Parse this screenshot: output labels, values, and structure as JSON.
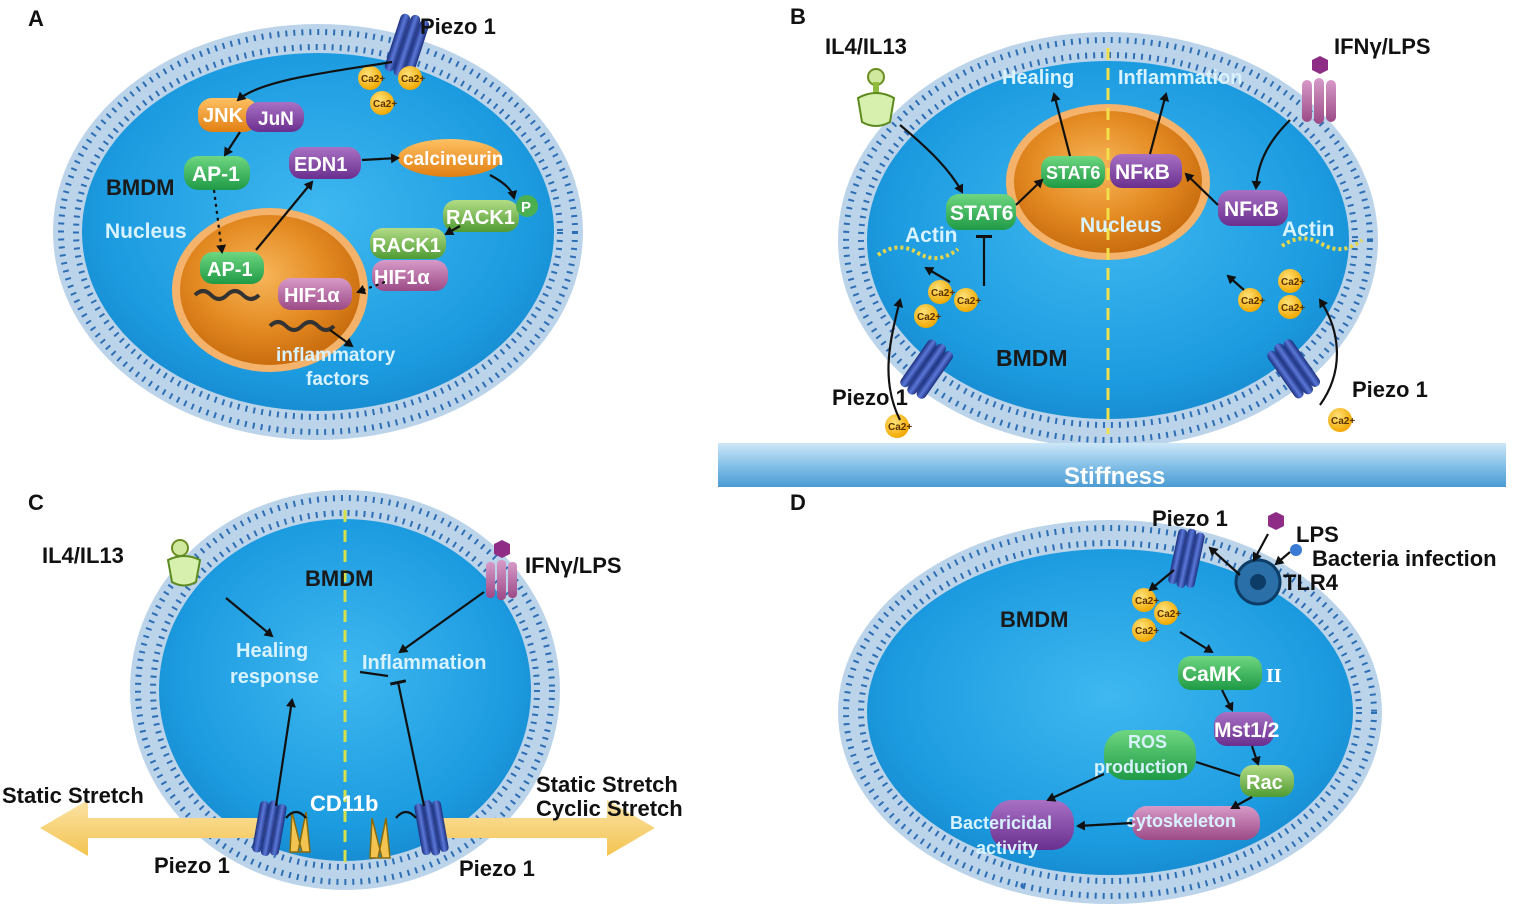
{
  "panel_a": {
    "letter": "A",
    "piezo": "Piezo 1",
    "jnk": "JNK",
    "jun": "JuN",
    "ap1": "AP-1",
    "ap1_nuc": "AP-1",
    "edn1": "EDN1",
    "calcineurin": "calcineurin",
    "rack1_p": "RACK1",
    "p": "P",
    "rack1": "RACK1",
    "hif1a": "HIF1α",
    "hif1a_nuc": "HIF1α",
    "bmdm": "BMDM",
    "nucleus": "Nucleus",
    "inflammatory": "inflammatory",
    "factors": "factors",
    "ca": "Ca2+"
  },
  "panel_b": {
    "letter": "B",
    "il4": "IL4/IL13",
    "ifn": "IFNγ/LPS",
    "healing": "Healing",
    "inflammation": "Inflammation",
    "stat6_nuc": "STAT6",
    "nfkb_nuc": "NFκB",
    "nucleus": "Nucleus",
    "stat6": "STAT6",
    "nfkb": "NFκB",
    "actin_l": "Actin",
    "actin_r": "Actin",
    "bmdm": "BMDM",
    "piezo_l": "Piezo 1",
    "piezo_r": "Piezo 1",
    "stiffness": "Stiffness",
    "ca": "Ca2+"
  },
  "panel_c": {
    "letter": "C",
    "il4": "IL4/IL13",
    "ifn": "IFNγ/LPS",
    "bmdm": "BMDM",
    "healing_1": "Healing",
    "healing_2": "response",
    "inflammation": "Inflammation",
    "cd11b": "CD11b",
    "static_l": "Static Stretch",
    "static_r": "Static Stretch",
    "cyclic_r": "Cyclic Stretch",
    "piezo_l": "Piezo 1",
    "piezo_r": "Piezo 1"
  },
  "panel_d": {
    "letter": "D",
    "piezo": "Piezo 1",
    "lps": "LPS",
    "bacteria": "Bacteria infection",
    "tlr4": "TLR4",
    "bmdm": "BMDM",
    "camk": "CaMK",
    "camk_suffix": "II",
    "mst": "Mst1/2",
    "ros_1": "ROS",
    "ros_2": "production",
    "rac": "Rac",
    "cyto": "cytoskeleton",
    "bact_1": "Bactericidal",
    "bact_2": "activity",
    "ca": "Ca2+"
  }
}
